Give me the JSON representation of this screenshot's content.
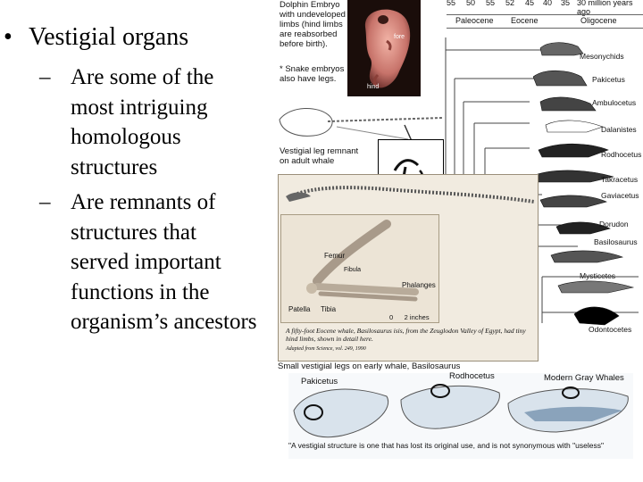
{
  "slide": {
    "bullet": "Vestigial organs",
    "subpoints": [
      "Are some of the most intriguing homologous structures",
      "Are remnants of structures that served important functions in the organism’s ancestors"
    ],
    "dash": "–"
  },
  "figure": {
    "embryo_caption": "Dolphin Embryo with undeveloped limbs (hind limbs are reabsorbed before birth).",
    "embryo_labels": {
      "fore": "fore",
      "hind": "hind"
    },
    "snake_note": "* Snake embryos also have legs.",
    "whale_leg_caption": "Vestigial leg remnant on adult whale",
    "timeline_top": [
      "55",
      "50",
      "55",
      "52",
      "45",
      "40",
      "35",
      "30 million years ago"
    ],
    "epochs": [
      "Paleocene",
      "Eocene",
      "Oligocene"
    ],
    "species": [
      "Mesonychids",
      "Pakicetus",
      "Ambulocetus",
      "Dalanistes",
      "Rodhocetus",
      "Takracetus",
      "Gaviacetus",
      "Dorudon",
      "Basilosaurus",
      "Mysticetes",
      "Odontocetes"
    ],
    "basilosaurus_panel": {
      "labels": {
        "femur": "Femur",
        "patella": "Patella",
        "tibia": "Tibia",
        "phalanges": "Phalanges",
        "fibula": "Fibula"
      },
      "scale": "0      2 inches",
      "description": "A fifty-foot Eocene whale, Basilosaurus isis, from the Zeuglodon Valley of Egypt, had tiny hind limbs, shown in detail here.",
      "credit": "Adapted from Science, vol. 249, 1990"
    },
    "basilosaurus_caption": "Small vestigial legs on early whale, Basilosaurus",
    "skull_labels": [
      "Pakicetus",
      "Rodhocetus",
      "Modern Gray Whales"
    ],
    "quote": "\"A vestigial structure is one that has lost its original use, and is not synonymous with \"useless\""
  }
}
